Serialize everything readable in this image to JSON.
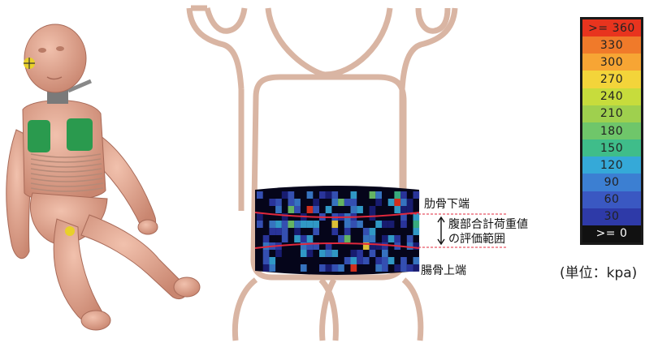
{
  "annotations": {
    "rib_lower_edge": "肋骨下端",
    "evaluation_range_line1": "腹部合計荷重値",
    "evaluation_range_line2": "の評価範囲",
    "iliac_upper_edge": "腸骨上端"
  },
  "legend": {
    "entries": [
      {
        "label": ">= 360",
        "color": "#e8341e"
      },
      {
        "label": "330",
        "color": "#f07a2a"
      },
      {
        "label": "300",
        "color": "#f7a534"
      },
      {
        "label": "270",
        "color": "#f3d43a"
      },
      {
        "label": "240",
        "color": "#c7dc3c"
      },
      {
        "label": "210",
        "color": "#9fd04e"
      },
      {
        "label": "180",
        "color": "#6fc66a"
      },
      {
        "label": "150",
        "color": "#3fbd8a"
      },
      {
        "label": "120",
        "color": "#35a9d8"
      },
      {
        "label": "90",
        "color": "#3c7fd2"
      },
      {
        "label": "60",
        "color": "#3a58c2"
      },
      {
        "label": "30",
        "color": "#2e3aa8"
      },
      {
        "label": ">= 0",
        "color": "#111111"
      }
    ],
    "unit": "(単位：kpa)"
  },
  "colors": {
    "outline": "#d9b5a3",
    "skin": "#e6a791",
    "pad": "#2a9a4e",
    "boundary_line": "#e0283c"
  },
  "icons": [
    "crash-test-dummy-figure",
    "body-outline",
    "double-arrow-icon"
  ]
}
